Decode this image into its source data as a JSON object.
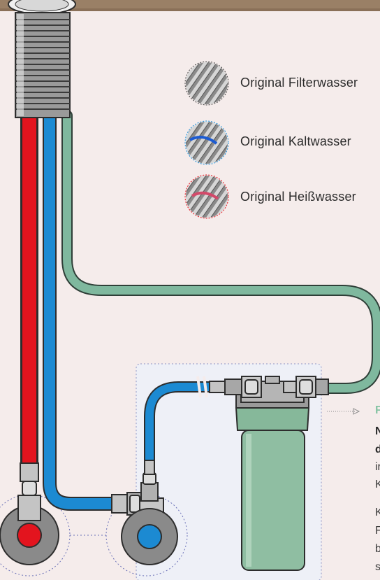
{
  "colors": {
    "background": "#f5eceb",
    "hot": "#e3141e",
    "cold": "#1c8ad2",
    "filtered": "#7fb89e",
    "filter_body": "#8fbea2",
    "metal": "#b9b9b9",
    "dark": "#3a3a3a"
  },
  "legend": [
    {
      "label": "Original Filterwasser",
      "swatch": "filtered"
    },
    {
      "label": "Original Kaltwasser",
      "swatch": "cold"
    },
    {
      "label": "Original Heißwasser",
      "swatch": "hot"
    }
  ],
  "description": {
    "heading": "F",
    "line1": "N",
    "line2": "d",
    "line3": "ir",
    "line4": "K",
    "line5": "K",
    "line6": "F",
    "line7": "b",
    "line8": "s"
  }
}
